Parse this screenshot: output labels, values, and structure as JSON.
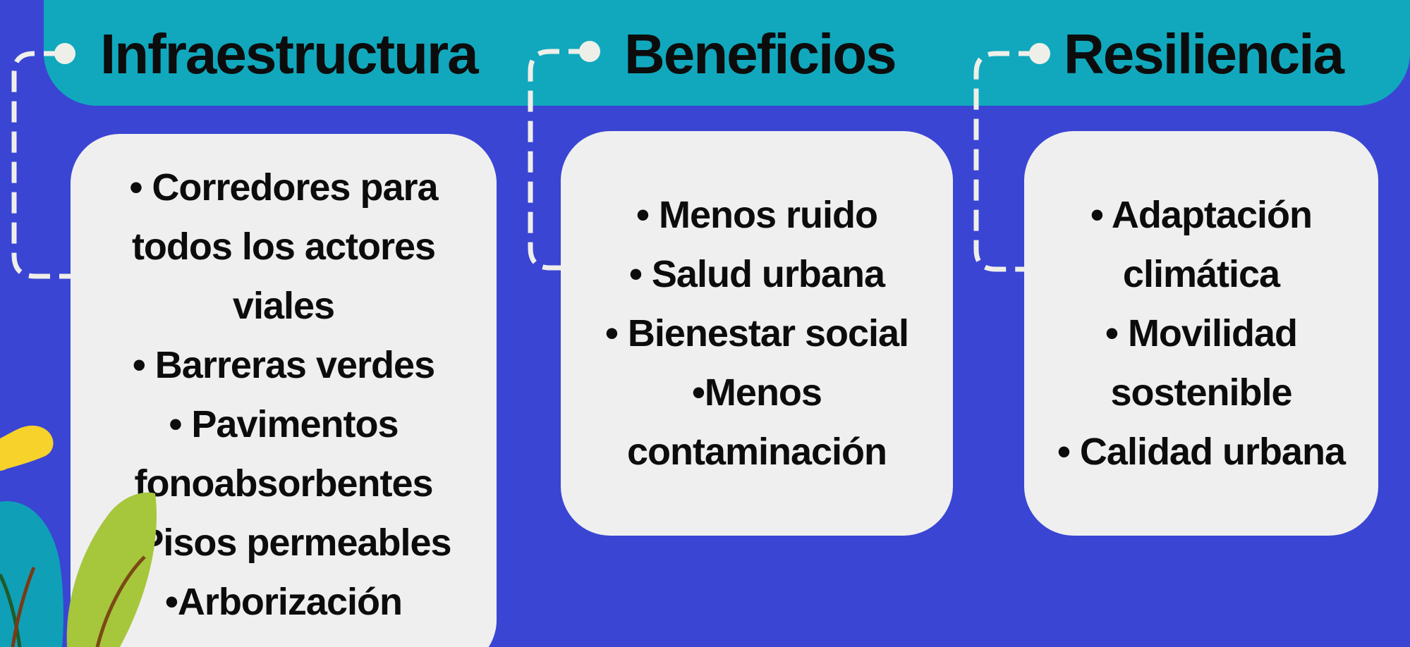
{
  "colors": {
    "background": "#3a45d3",
    "banner": "#11a8bd",
    "card": "#efefef",
    "connector": "#efefe9",
    "text": "#0c0c0c"
  },
  "sections": [
    {
      "heading": "Infraestructura",
      "items": [
        "• Corredores para",
        "todos los actores",
        "viales",
        "• Barreras verdes",
        "• Pavimentos",
        "fonoabsorbentes",
        "•  Pisos permeables",
        "•Arborización"
      ]
    },
    {
      "heading": "Beneficios",
      "items": [
        "• Menos ruido",
        "• Salud urbana",
        "• Bienestar social",
        "•Menos",
        "contaminación"
      ]
    },
    {
      "heading": "Resiliencia",
      "items": [
        "• Adaptación",
        "climática",
        "• Movilidad",
        "sostenible",
        "• Calidad urbana"
      ]
    }
  ]
}
